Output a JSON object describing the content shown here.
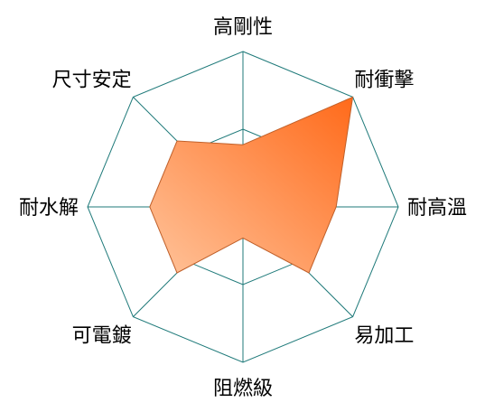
{
  "chart_data": {
    "type": "radar",
    "categories": [
      "高剛性",
      "耐衝擊",
      "耐高溫",
      "易加工",
      "阻燃級",
      "可電鍍",
      "耐水解",
      "尺寸安定"
    ],
    "series": [
      {
        "values": [
          2,
          5,
          3,
          3,
          1,
          3,
          3,
          3
        ]
      }
    ],
    "rlim": [
      0,
      5
    ],
    "levels": [
      2.5,
      5
    ],
    "grid": true,
    "colors": {
      "grid": "#1f7a7a",
      "fill_light": "#ffc39a",
      "fill_dark": "#ff6a1a",
      "edge": "#c0602a"
    }
  }
}
